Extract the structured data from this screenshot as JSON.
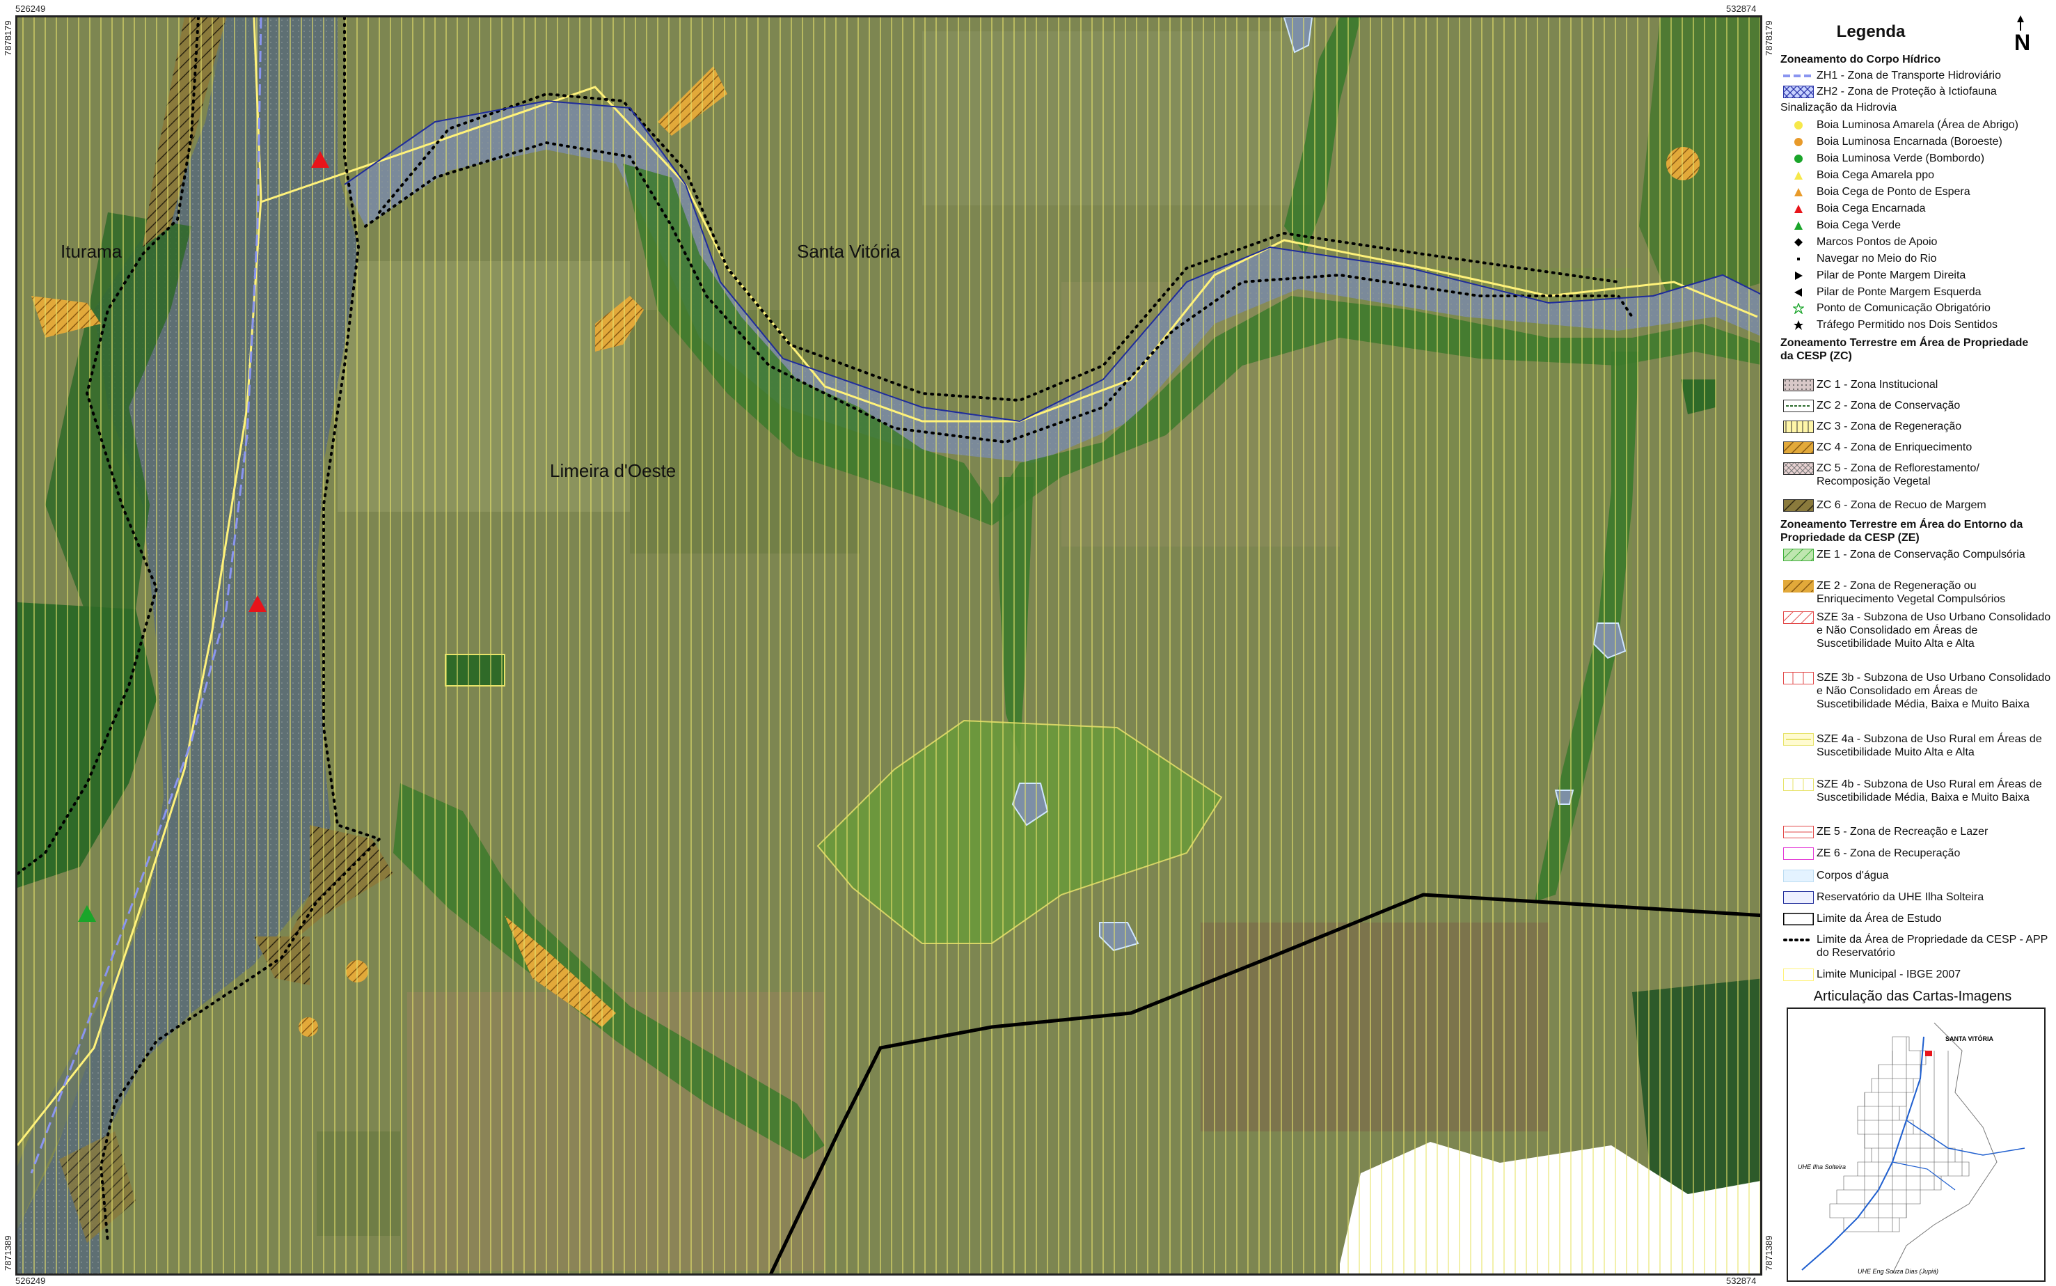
{
  "map": {
    "coords": {
      "top_left_x": "526249",
      "top_right_x": "532874",
      "bottom_left_x": "526249",
      "bottom_right_x": "532874",
      "left_top_y": "7878179",
      "left_bottom_y": "7871389",
      "right_top_y": "7878179",
      "right_bottom_y": "7871389"
    },
    "places": {
      "iturama": "Iturama",
      "santa_vitoria": "Santa Vitória",
      "limeira": "Limeira d'Oeste"
    },
    "colors": {
      "reservoir": "#5e6f73",
      "vegetation": "#3c7a2c",
      "farmland": "#8a8f5a",
      "hatch": "#e7e36a",
      "limit_study": "#000000",
      "buoy_red": "#e8141a",
      "buoy_green": "#1aa52a"
    }
  },
  "legend": {
    "title": "Legenda",
    "north": "N",
    "sec_water": "Zoneamento do Corpo Hídrico",
    "zh1": "ZH1 - Zona de Transporte Hidroviário",
    "zh2": "ZH2 - Zona de Proteção à Ictiofauna",
    "sub_signal": "Sinalização da Hidrovia",
    "s1": "Boia Luminosa Amarela (Área de Abrigo)",
    "s2": "Boia Luminosa Encarnada (Boroeste)",
    "s3": "Boia Luminosa Verde (Bombordo)",
    "s4": "Boia Cega Amarela ppo",
    "s5": "Boia Cega de Ponto de Espera",
    "s6": "Boia Cega Encarnada",
    "s7": "Boia Cega Verde",
    "s8": "Marcos Pontos de Apoio",
    "s9": "Navegar no Meio do Rio",
    "s10": "Pilar de Ponte Margem Direita",
    "s11": "Pilar de Ponte Margem Esquerda",
    "s12": "Ponto de Comunicação Obrigatório",
    "s13": "Tráfego Permitido nos Dois Sentidos",
    "sec_zc": "Zoneamento Terrestre em Área de Propriedade da CESP (ZC)",
    "zc1": "ZC 1 - Zona Institucional",
    "zc2": "ZC 2 - Zona de Conservação",
    "zc3": "ZC 3 - Zona de Regeneração",
    "zc4": "ZC 4 - Zona de Enriquecimento",
    "zc5": "ZC 5 - Zona de Reflorestamento/ Recomposição Vegetal",
    "zc6": "ZC 6 - Zona de Recuo de Margem",
    "sec_ze": "Zoneamento Terrestre em Área do Entorno da Propriedade da CESP (ZE)",
    "ze1": "ZE 1 - Zona de Conservação Compulsória",
    "ze2": "ZE 2 - Zona de Regeneração ou Enriquecimento Vegetal Compulsórios",
    "sze3a": "SZE 3a - Subzona de Uso Urbano Consolidado e Não Consolidado em Áreas de Suscetibilidade Muito Alta e Alta",
    "sze3b": "SZE 3b - Subzona de Uso Urbano Consolidado e Não Consolidado em Áreas de Suscetibilidade Média, Baixa e Muito Baixa",
    "sze4a": "SZE 4a - Subzona de Uso Rural em Áreas de Suscetibilidade Muito Alta e Alta",
    "sze4b": "SZE 4b - Subzona de Uso Rural em Áreas de Suscetibilidade Média, Baixa e Muito Baixa",
    "ze5": "ZE 5 - Zona de Recreação e Lazer",
    "ze6": "ZE 6 - Zona de Recuperação",
    "corpos": "Corpos d'água",
    "reservatorio": "Reservatório da UHE Ilha Solteira",
    "limite_estudo": "Limite da Área de Estudo",
    "limite_cesp": "Limite da Área de Propriedade da CESP - APP do Reservatório",
    "limite_mun": "Limite Municipal - IBGE 2007",
    "inset_title": "Articulação das Cartas-Imagens",
    "inset_l1": "SANTA VITÓRIA",
    "inset_l2": "UHE Ilha Solteira",
    "inset_l3": "UHE Eng Souza Dias (Jupiá)"
  }
}
